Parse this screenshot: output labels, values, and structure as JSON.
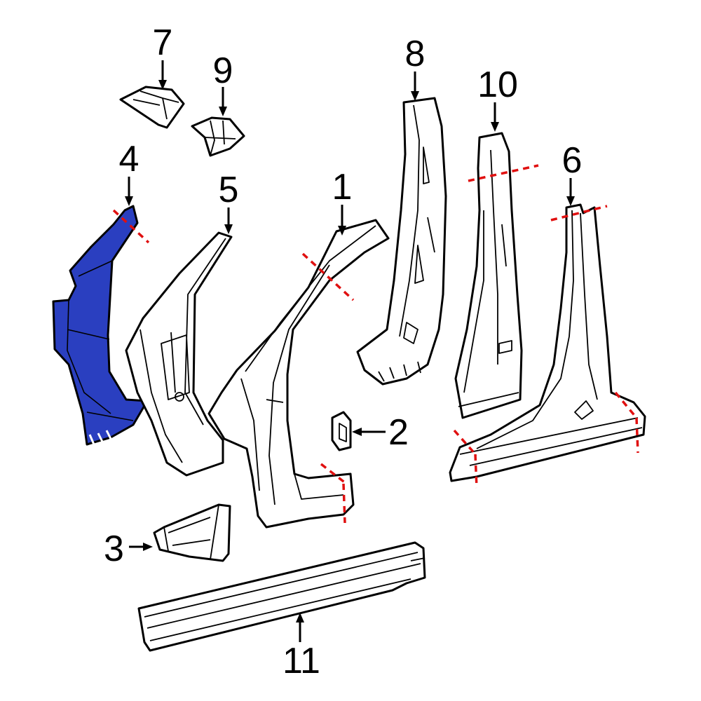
{
  "diagram": {
    "highlight_color": "#2a3fc0",
    "cut_line_color": "#e01010",
    "callouts": {
      "c1": "1",
      "c2": "2",
      "c3": "3",
      "c4": "4",
      "c5": "5",
      "c6": "6",
      "c7": "7",
      "c8": "8",
      "c9": "9",
      "c10": "10",
      "c11": "11"
    },
    "highlighted_part": "4"
  }
}
